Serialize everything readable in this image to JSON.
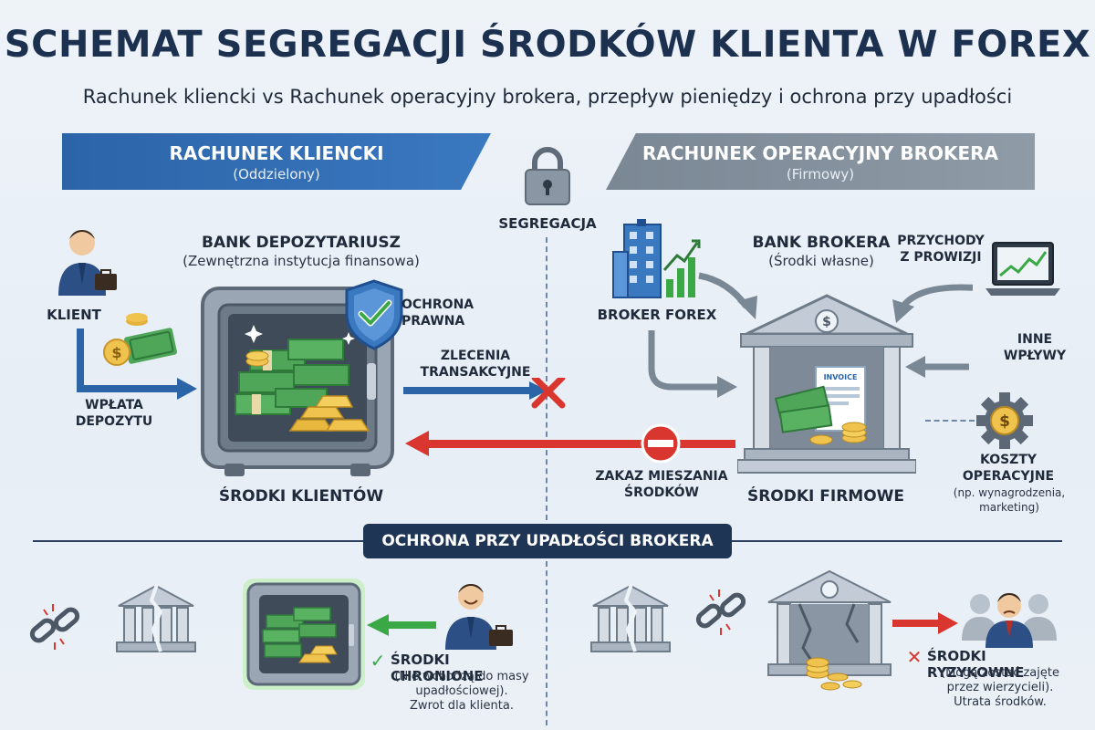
{
  "header": {
    "title": "SCHEMAT SEGREGACJI ŚRODKÓW KLIENTA W FOREX",
    "subtitle": "Rachunek kliencki vs Rachunek operacyjny brokera, przepływ pieniędzy i ochrona przy upadłości"
  },
  "left_banner": {
    "title": "RACHUNEK KLIENCKI",
    "sub": "(Oddzielony)"
  },
  "right_banner": {
    "title": "RACHUNEK OPERACYJNY BROKERA",
    "sub": "(Firmowy)"
  },
  "center": {
    "segregation": "SEGREGACJA"
  },
  "left": {
    "client": "KLIENT",
    "deposit_1": "WPŁATA",
    "deposit_2": "DEPOZYTU",
    "bank_title": "BANK DEPOZYTARIUSZ",
    "bank_sub": "(Zewnętrzna instytucja finansowa)",
    "protection_1": "OCHRONA",
    "protection_2": "PRAWNA",
    "client_funds": "ŚRODKI KLIENTÓW"
  },
  "flows": {
    "orders_1": "ZLECENIA",
    "orders_2": "TRANSAKCYJNE",
    "no_mixing_1": "ZAKAZ MIESZANIA",
    "no_mixing_2": "ŚRODKÓW"
  },
  "right": {
    "broker": "BROKER FOREX",
    "bank_title": "BANK BROKERA",
    "bank_sub": "(Środki własne)",
    "revenue_1": "PRZYCHODY",
    "revenue_2": "Z PROWIZJI",
    "other_1": "INNE",
    "other_2": "WPŁYWY",
    "invoice": "INVOICE",
    "costs_1": "KOSZTY",
    "costs_2": "OPERACYJNE",
    "costs_note_1": "(np. wynagrodzenia,",
    "costs_note_2": "marketing)",
    "firm_funds": "ŚRODKI FIRMOWE"
  },
  "bankruptcy": {
    "title": "OCHRONA PRZY UPADŁOŚCI BROKERA",
    "protected_title": "ŚRODKI CHRONIONE",
    "protected_1": "(Nie wchodzą do masy",
    "protected_2": "upadłościowej).",
    "protected_3": "Zwrot dla klienta.",
    "risky_title": "ŚRODKI RYZYKOWNE",
    "risky_1": "(Mogą zostać zajęte",
    "risky_2": "przez wierzycieli).",
    "risky_3": "Utrata środków."
  },
  "icons": {
    "check_mark": "✓",
    "cross_mark": "✕",
    "dollar": "$"
  },
  "colors": {
    "blue": "#2c64a8",
    "gray": "#7a8794",
    "red": "#d9362f",
    "green": "#3aa845",
    "navy": "#1f3556"
  }
}
